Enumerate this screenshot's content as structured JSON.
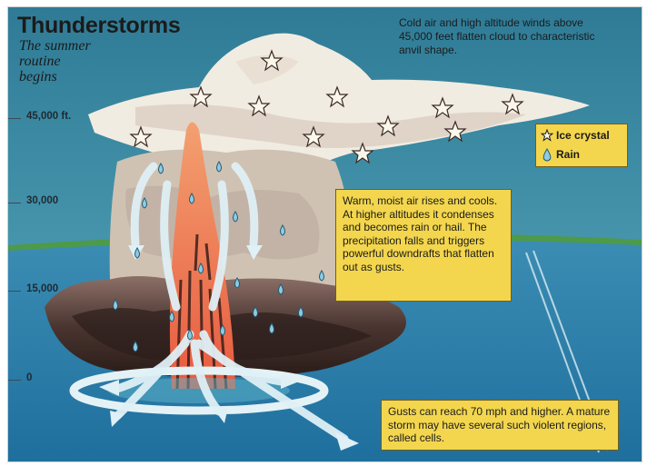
{
  "title": "Thunderstorms",
  "subtitle": "The summer routine begins",
  "top_note": "Cold air and high altitude winds above 45,000 feet flatten cloud to characteristic anvil shape.",
  "altitudes": [
    "45,000 ft.",
    "30,000",
    "15,000",
    "0"
  ],
  "legend": {
    "ice_crystal": "Ice crystal",
    "rain": "Rain"
  },
  "callouts": {
    "updraft": "Warm, moist air rises and cools.  At higher altitudes it condenses and becomes rain or hail.  The precipitation falls and triggers powerful downdrafts that flatten out as gusts.",
    "gusts": "Gusts can reach 70 mph and higher. A mature storm may have several such violent regions, called cells."
  },
  "colors": {
    "sky": "#3d8aa6",
    "grass": "#4d9a4a",
    "water": "#2f7fa8",
    "cloud": "#f1ece1",
    "dark_cloud": "#3a2a25",
    "updraft": "#ef6e4f",
    "callout": "#f3d64d",
    "arrow": "#d9eef5"
  },
  "icons": [
    "star-icon",
    "raindrop-icon",
    "arrow-icon"
  ]
}
